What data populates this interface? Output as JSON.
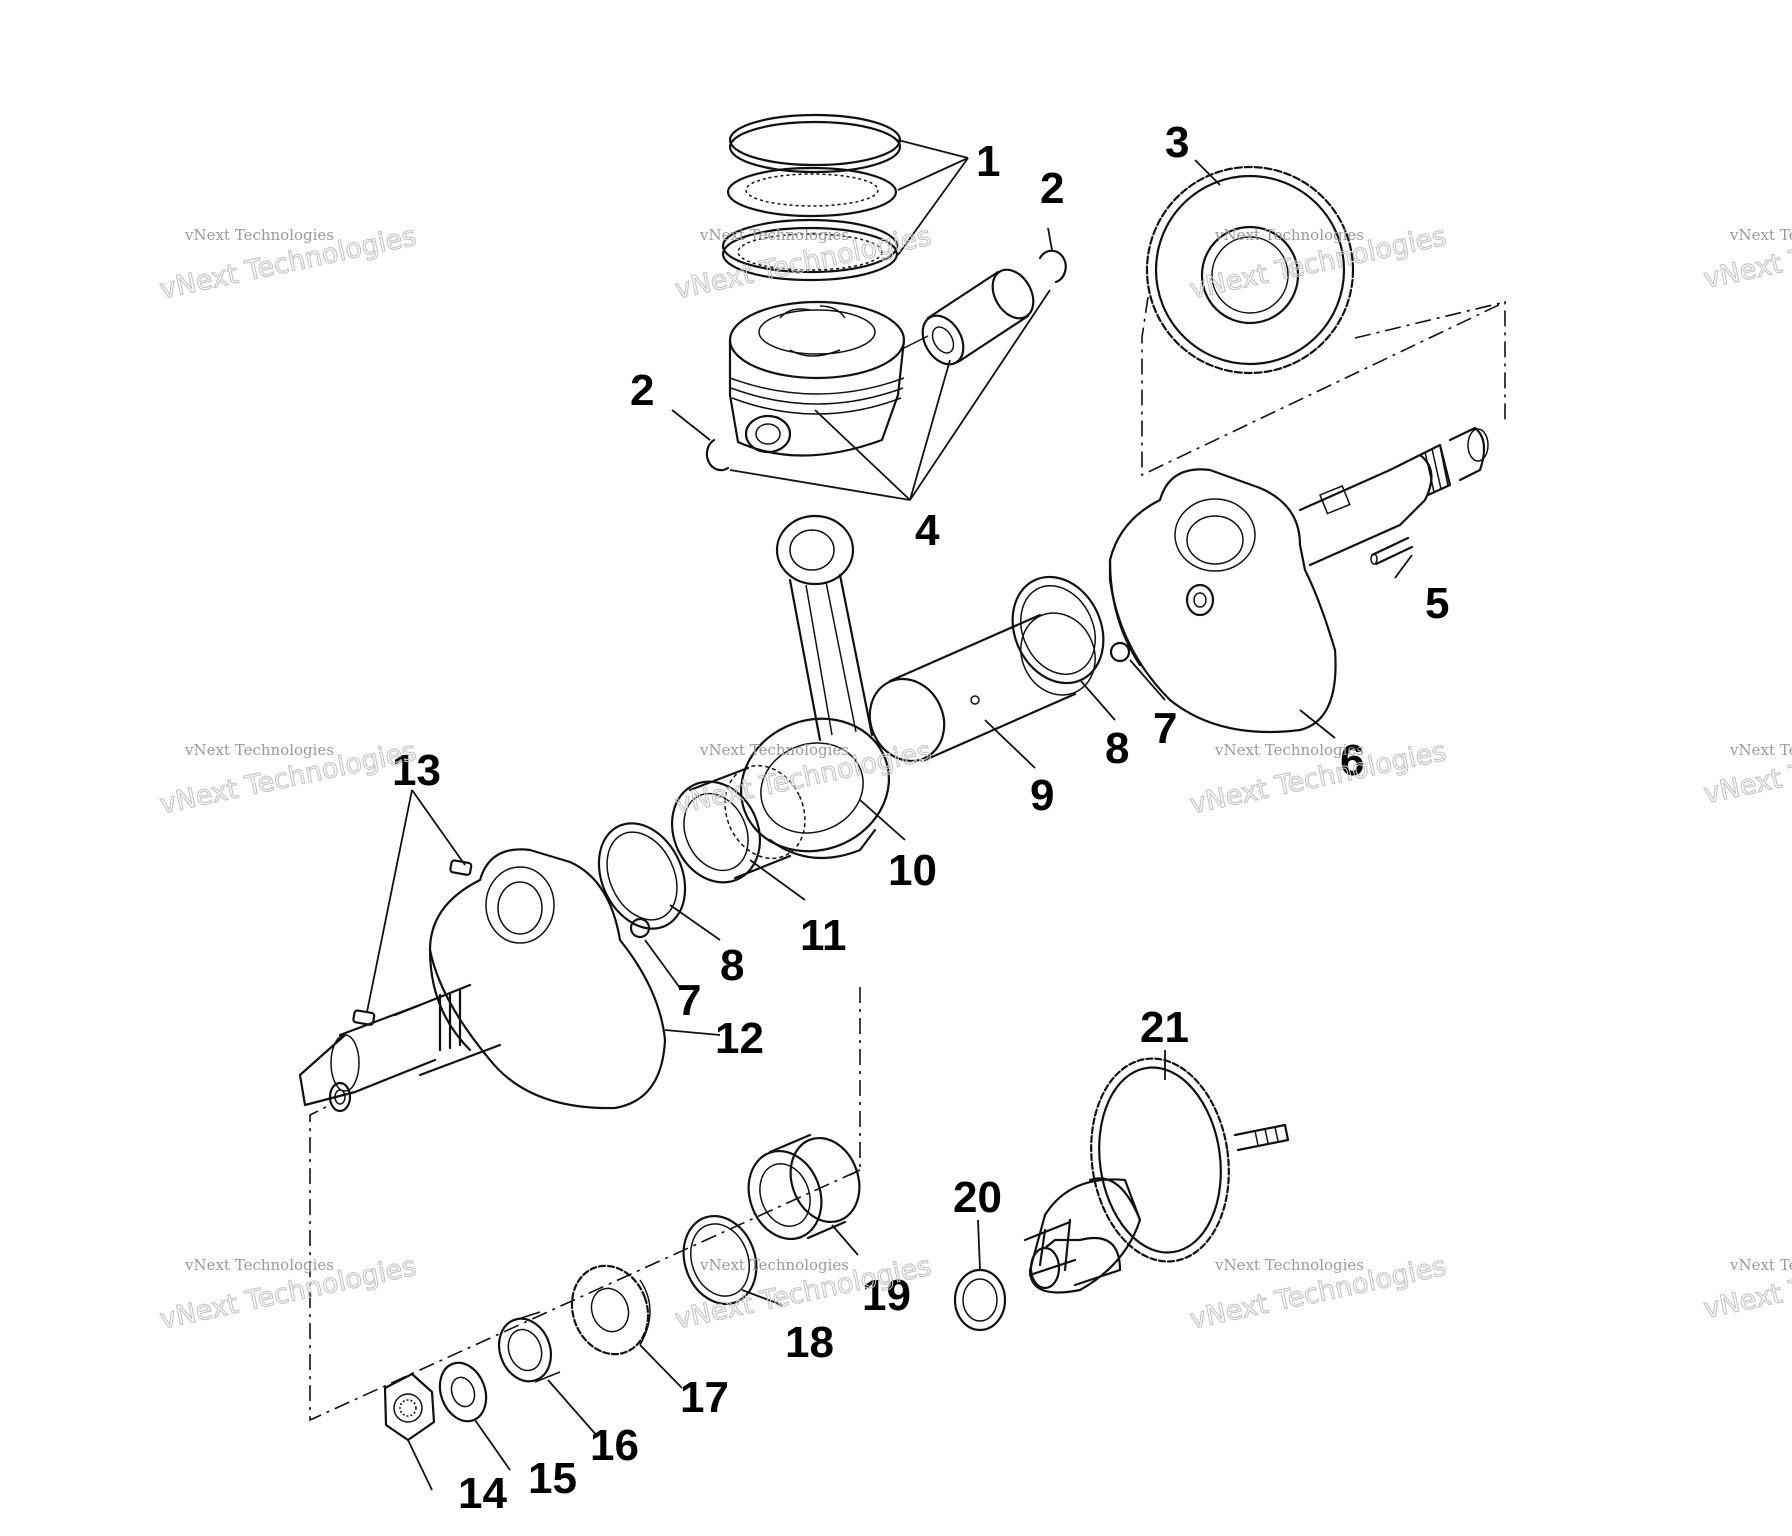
{
  "callouts": {
    "c1": "1",
    "c2a": "2",
    "c2b": "2",
    "c3": "3",
    "c4": "4",
    "c5": "5",
    "c6": "6",
    "c7a": "7",
    "c7b": "7",
    "c8a": "8",
    "c8b": "8",
    "c9": "9",
    "c10": "10",
    "c11": "11",
    "c12": "12",
    "c13": "13",
    "c14": "14",
    "c15": "15",
    "c16": "16",
    "c17": "17",
    "c18": "18",
    "c19": "19",
    "c20": "20",
    "c21": "21"
  },
  "watermark": {
    "brand_small": "vNext Technologies",
    "brand_big": "vNext Technologies"
  },
  "colors": {
    "ink": "#111111",
    "watermark": "#b0b0b0",
    "background": "#ffffff"
  }
}
